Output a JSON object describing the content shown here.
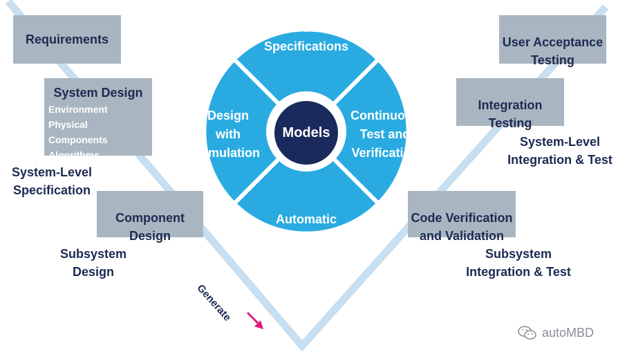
{
  "boxes": {
    "requirements": "Requirements",
    "system_design": {
      "title": "System Design",
      "items": [
        "Environment",
        "Physical Components",
        "Algorithms"
      ]
    },
    "component_design": "Component\nDesign",
    "user_acceptance": "User Acceptance\nTesting",
    "integration_testing": "Integration\nTesting",
    "code_verification": "Code Verification\nand Validation"
  },
  "labels": {
    "system_level_spec": "System-Level\nSpecification",
    "subsystem_design": "Subsystem\nDesign",
    "system_level_integration": "System-Level\nIntegration & Test",
    "subsystem_integration": "Subsystem\nIntegration & Test",
    "generate": "Generate"
  },
  "circle": {
    "top": "Executable\nSpecifications",
    "left": "Design\nwith\nSimulation",
    "right": "Continuous\nTest and\nVerification",
    "bottom": "Automatic\nCode Generation",
    "center": "Models"
  },
  "watermark": "autoMBD",
  "colors": {
    "circle_blue": "#29abe2",
    "models_navy": "#1b2a5c",
    "box_gray": "#a9b6c1",
    "vee_light_blue": "#c7dff0",
    "arrow_magenta": "#e0197d",
    "text_navy": "#1c2a52"
  },
  "icons": [
    "wechat-icon",
    "arrow-right-icon"
  ]
}
